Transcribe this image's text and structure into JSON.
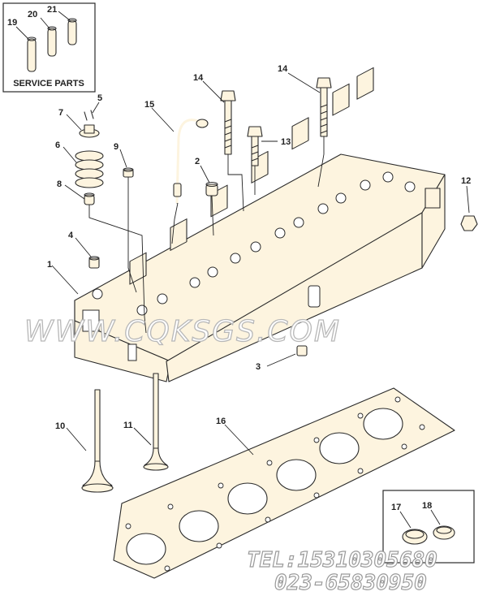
{
  "service_box": {
    "title": "SERVICE PARTS"
  },
  "gasket_box": {
    "title": ""
  },
  "callouts": [
    "1",
    "2",
    "3",
    "4",
    "5",
    "6",
    "7",
    "8",
    "9",
    "10",
    "11",
    "12",
    "13",
    "14",
    "14",
    "15",
    "16",
    "17",
    "18",
    "19",
    "20",
    "21"
  ],
  "watermark": {
    "text": "WWW.CQKSGS.COM"
  },
  "contact": {
    "tel": "TEL:15310305680",
    "phone": "023-65830950"
  },
  "colors": {
    "line": "#2a2a2a",
    "part_fill": "#fdf4df",
    "watermark_stroke": "#b8b8b8"
  }
}
